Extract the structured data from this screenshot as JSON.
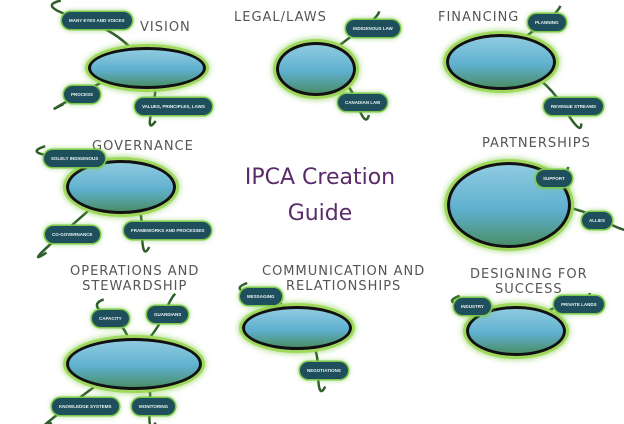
{
  "center_title": {
    "line1": "IPCA Creation",
    "line2": "Guide",
    "color": "#5b2a6b"
  },
  "panels": [
    {
      "id": "vision",
      "title": [
        "VISION"
      ],
      "tags": [
        "Many Eyes and Voices",
        "Process",
        "Values, Principles, Laws"
      ]
    },
    {
      "id": "legal-laws",
      "title": [
        "LEGAL/LAWS"
      ],
      "tags": [
        "Indigenous Law",
        "Canadian Law"
      ]
    },
    {
      "id": "financing",
      "title": [
        "FINANCING"
      ],
      "tags": [
        "Planning",
        "Revenue Streams"
      ]
    },
    {
      "id": "governance",
      "title": [
        "GOVERNANCE"
      ],
      "tags": [
        "Solely Indigenous",
        "Co-Governance",
        "Frameworks and Processes"
      ]
    },
    {
      "id": "partnerships",
      "title": [
        "PARTNERSHIPS"
      ],
      "tags": [
        "Support",
        "Allies"
      ]
    },
    {
      "id": "operations",
      "title": [
        "OPERATIONS AND",
        "STEWARDSHIP"
      ],
      "tags": [
        "Capacity",
        "Guardians",
        "Knowledge Systems",
        "Monitoring"
      ]
    },
    {
      "id": "communication",
      "title": [
        "COMMUNICATION AND",
        "RELATIONSHIPS"
      ],
      "tags": [
        "Messaging",
        "Negotiations"
      ]
    },
    {
      "id": "designing",
      "title": [
        "DESIGNING FOR",
        "SUCCESS"
      ],
      "tags": [
        "Industry",
        "Private Lands"
      ]
    }
  ],
  "colors": {
    "tag_bg": "#1f4f5c",
    "glow": "#9fd85a",
    "water": "#6fbad6"
  }
}
